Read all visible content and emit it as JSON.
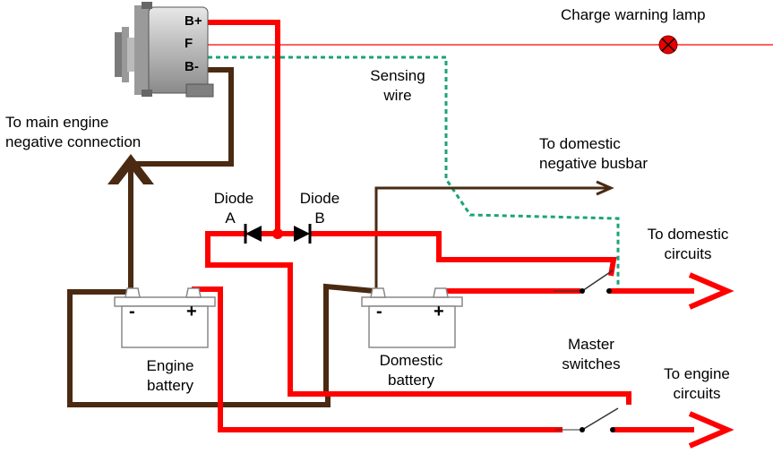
{
  "colors": {
    "positive": "#ff0000",
    "negative": "#4a2a12",
    "sense": "#1aa37a",
    "lamp": "#e60000"
  },
  "alternator": {
    "terminal_bplus": "B+",
    "terminal_f": "F",
    "terminal_bminus": "B-"
  },
  "labels": {
    "charge_lamp": "Charge warning lamp",
    "sensing_wire": [
      "Sensing",
      "wire"
    ],
    "main_negative": [
      "To main engine",
      "negative connection"
    ],
    "domestic_negative": [
      "To domestic",
      "negative busbar"
    ],
    "diode_a": [
      "Diode",
      "A"
    ],
    "diode_b": [
      "Diode",
      "B"
    ],
    "domestic_circuits": [
      "To domestic",
      "circuits"
    ],
    "engine_circuits": [
      "To engine",
      "circuits"
    ],
    "master_switches": [
      "Master",
      "switches"
    ]
  },
  "batteries": {
    "engine": {
      "label": [
        "Engine",
        "battery"
      ],
      "neg": "-",
      "pos": "+"
    },
    "domestic": {
      "label": [
        "Domestic",
        "battery"
      ],
      "neg": "-",
      "pos": "+"
    }
  }
}
